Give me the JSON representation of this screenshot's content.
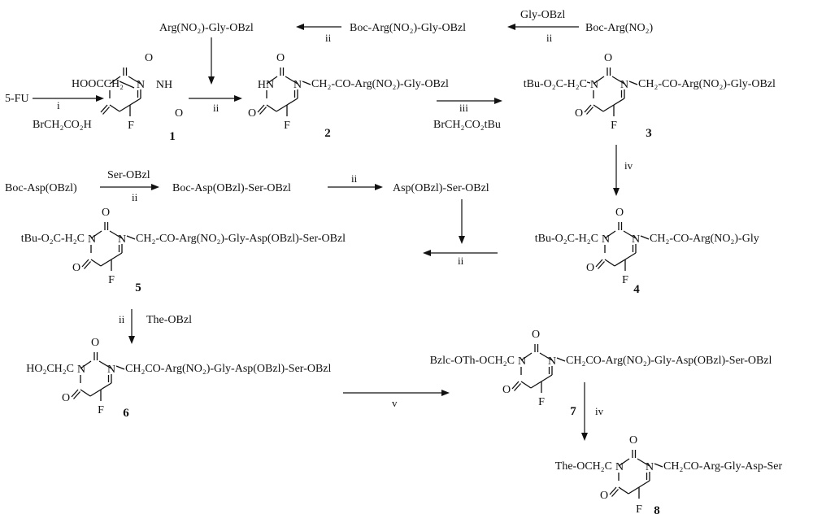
{
  "compounds": {
    "c1": {
      "number": "1",
      "substituent": "HOOCCH₂",
      "atom_nh": "NH",
      "atom_f": "F",
      "atom_o": "O"
    },
    "c2": {
      "number": "2",
      "left_nh": "HN",
      "chain": "CH₂-CO-Arg(NO₂)-Gly-OBzl",
      "atom_f": "F",
      "atom_o": "O"
    },
    "c3": {
      "number": "3",
      "left": "tBu-O₂C-H₂C",
      "chain": "CH₂-CO-Arg(NO₂)-Gly-OBzl",
      "atom_f": "F",
      "atom_o": "O"
    },
    "c4": {
      "number": "4",
      "left": "tBu-O₂C-H₂C",
      "chain": "CH₂-CO-Arg(NO₂)-Gly",
      "atom_f": "F",
      "atom_o": "O"
    },
    "c5": {
      "number": "5",
      "left": "tBu-O₂C-H₂C",
      "chain": "CH₂-CO-Arg(NO₂)-Gly-Asp(OBzl)-Ser-OBzl",
      "atom_f": "F",
      "atom_o": "O"
    },
    "c6": {
      "number": "6",
      "left": "HO₂CH₂C",
      "chain": "CH₂CO-Arg(NO₂)-Gly-Asp(OBzl)-Ser-OBzl",
      "atom_f": "F",
      "atom_o": "O"
    },
    "c7": {
      "number": "7",
      "left": "Bzlc-OTh-OCH₂C",
      "chain": "CH₂CO-Arg(NO₂)-Gly-Asp(OBzl)-Ser-OBzl",
      "atom_f": "F",
      "atom_o": "O"
    },
    "c8": {
      "number": "8",
      "left": "The-OCH₂C",
      "chain": "CH₂CO-Arg-Gly-Asp-Ser",
      "atom_f": "F",
      "atom_o": "O"
    }
  },
  "atoms": {
    "n": "N"
  },
  "reagents": {
    "five_fu": "5-FU",
    "bromoacetic": "BrCH₂CO₂H",
    "gly_obzl": "Gly-OBzl",
    "boc_arg": "Boc-Arg(NO₂)",
    "boc_arg_gly": "Boc-Arg(NO₂)-Gly-OBzl",
    "arg_gly": "Arg(NO₂)-Gly-OBzl",
    "tbu_bromoacetate": "BrCH₂CO₂tBu",
    "boc_asp": "Boc-Asp(OBzl)",
    "ser_obzl": "Ser-OBzl",
    "boc_asp_ser": "Boc-Asp(OBzl)-Ser-OBzl",
    "asp_ser": "Asp(OBzl)-Ser-OBzl",
    "the_obzl": "The-OBzl"
  },
  "step_labels": {
    "i": "i",
    "ii": "ii",
    "iii": "iii",
    "iv": "iv",
    "v": "v"
  }
}
